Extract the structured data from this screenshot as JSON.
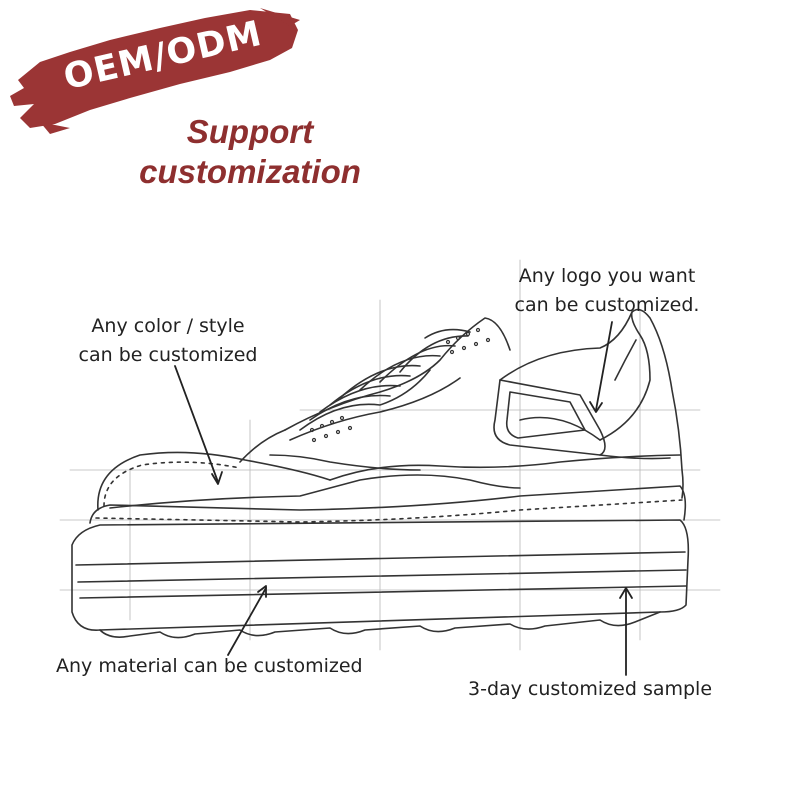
{
  "banner": {
    "badge_text": "OEM/ODM",
    "headline_line1": "Support",
    "headline_line2": "customization",
    "brush_color": "#9b3535",
    "headline_color": "#8e2f2f"
  },
  "callouts": {
    "color_style": {
      "line1": "Any color / style",
      "line2": "can be customized"
    },
    "logo": {
      "line1": "Any logo you want",
      "line2": "can be customized."
    },
    "material": "Any material can be customized",
    "sample": "3-day customized sample"
  },
  "illustration": {
    "subject": "sneaker-sketch",
    "line_color": "#333333"
  }
}
